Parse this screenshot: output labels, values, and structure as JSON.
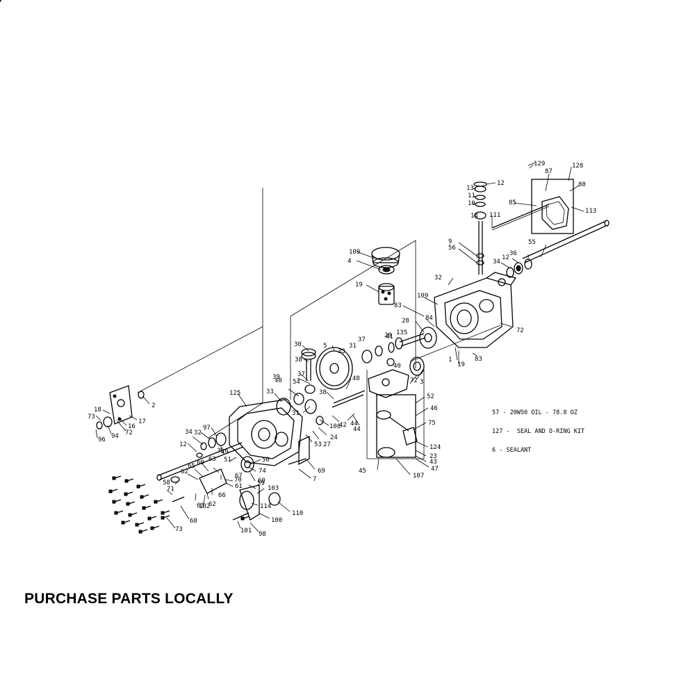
{
  "callouts": [
    {
      "t": "129"
    },
    {
      "t": "128"
    },
    {
      "t": "87"
    },
    {
      "t": "88"
    },
    {
      "t": "113"
    },
    {
      "t": "85"
    },
    {
      "t": "111"
    },
    {
      "t": "12"
    },
    {
      "t": "13"
    },
    {
      "t": "11"
    },
    {
      "t": "10"
    },
    {
      "t": "14"
    },
    {
      "t": "9"
    },
    {
      "t": "56"
    },
    {
      "t": "55"
    },
    {
      "t": "36"
    },
    {
      "t": "12"
    },
    {
      "t": "34"
    },
    {
      "t": "32"
    },
    {
      "t": "109"
    },
    {
      "t": "83"
    },
    {
      "t": "84"
    },
    {
      "t": "72"
    },
    {
      "t": "28"
    },
    {
      "t": "1"
    },
    {
      "t": "19"
    },
    {
      "t": "83"
    },
    {
      "t": "109"
    },
    {
      "t": "4"
    },
    {
      "t": "19"
    },
    {
      "t": "135"
    },
    {
      "t": "41"
    },
    {
      "t": "29"
    },
    {
      "t": "31"
    },
    {
      "t": "37"
    },
    {
      "t": "33"
    },
    {
      "t": "40"
    },
    {
      "t": "72"
    },
    {
      "t": "3"
    },
    {
      "t": "5"
    },
    {
      "t": "30"
    },
    {
      "t": "38"
    },
    {
      "t": "39"
    },
    {
      "t": "37"
    },
    {
      "t": "54"
    },
    {
      "t": "40"
    },
    {
      "t": "33"
    },
    {
      "t": "31"
    },
    {
      "t": "38"
    },
    {
      "t": "48"
    },
    {
      "t": "44"
    },
    {
      "t": "44"
    },
    {
      "t": "108"
    },
    {
      "t": "42"
    },
    {
      "t": "24"
    },
    {
      "t": "27"
    },
    {
      "t": "53"
    },
    {
      "t": "52"
    },
    {
      "t": "46"
    },
    {
      "t": "75"
    },
    {
      "t": "124"
    },
    {
      "t": "23"
    },
    {
      "t": "43"
    },
    {
      "t": "47"
    },
    {
      "t": "107"
    },
    {
      "t": "45"
    },
    {
      "t": "125"
    },
    {
      "t": "2"
    },
    {
      "t": "17"
    },
    {
      "t": "18"
    },
    {
      "t": "73"
    },
    {
      "t": "16"
    },
    {
      "t": "72"
    },
    {
      "t": "94"
    },
    {
      "t": "96"
    },
    {
      "t": "97"
    },
    {
      "t": "32"
    },
    {
      "t": "34"
    },
    {
      "t": "12"
    },
    {
      "t": "35"
    },
    {
      "t": "49"
    },
    {
      "t": "51"
    },
    {
      "t": "50"
    },
    {
      "t": "74"
    },
    {
      "t": "60"
    },
    {
      "t": "59"
    },
    {
      "t": "60"
    },
    {
      "t": "65"
    },
    {
      "t": "62"
    },
    {
      "t": "63"
    },
    {
      "t": "70"
    },
    {
      "t": "67"
    },
    {
      "t": "61"
    },
    {
      "t": "58"
    },
    {
      "t": "66"
    },
    {
      "t": "102"
    },
    {
      "t": "62"
    },
    {
      "t": "63"
    },
    {
      "t": "71"
    },
    {
      "t": "68"
    },
    {
      "t": "73"
    },
    {
      "t": "69"
    },
    {
      "t": "7"
    },
    {
      "t": "103"
    },
    {
      "t": "110"
    },
    {
      "t": "114"
    },
    {
      "t": "100"
    },
    {
      "t": "101"
    },
    {
      "t": "98"
    },
    {
      "t": "95"
    },
    {
      "t": "99"
    }
  ],
  "notes": [
    "57 - 20W50 OIL - 78.8 OZ",
    "127 -  SEAL AND O-RING KIT",
    "6 - SEALANT"
  ],
  "footer": "PURCHASE PARTS LOCALLY"
}
